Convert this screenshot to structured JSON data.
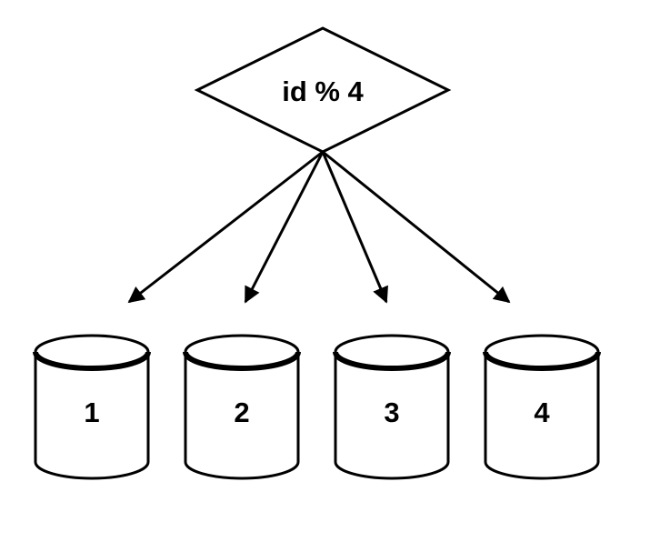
{
  "diagram": {
    "decision": {
      "label": "id % 4"
    },
    "databases": [
      {
        "label": "1"
      },
      {
        "label": "2"
      },
      {
        "label": "3"
      },
      {
        "label": "4"
      }
    ]
  },
  "colors": {
    "stroke": "#000000",
    "background": "#ffffff"
  }
}
